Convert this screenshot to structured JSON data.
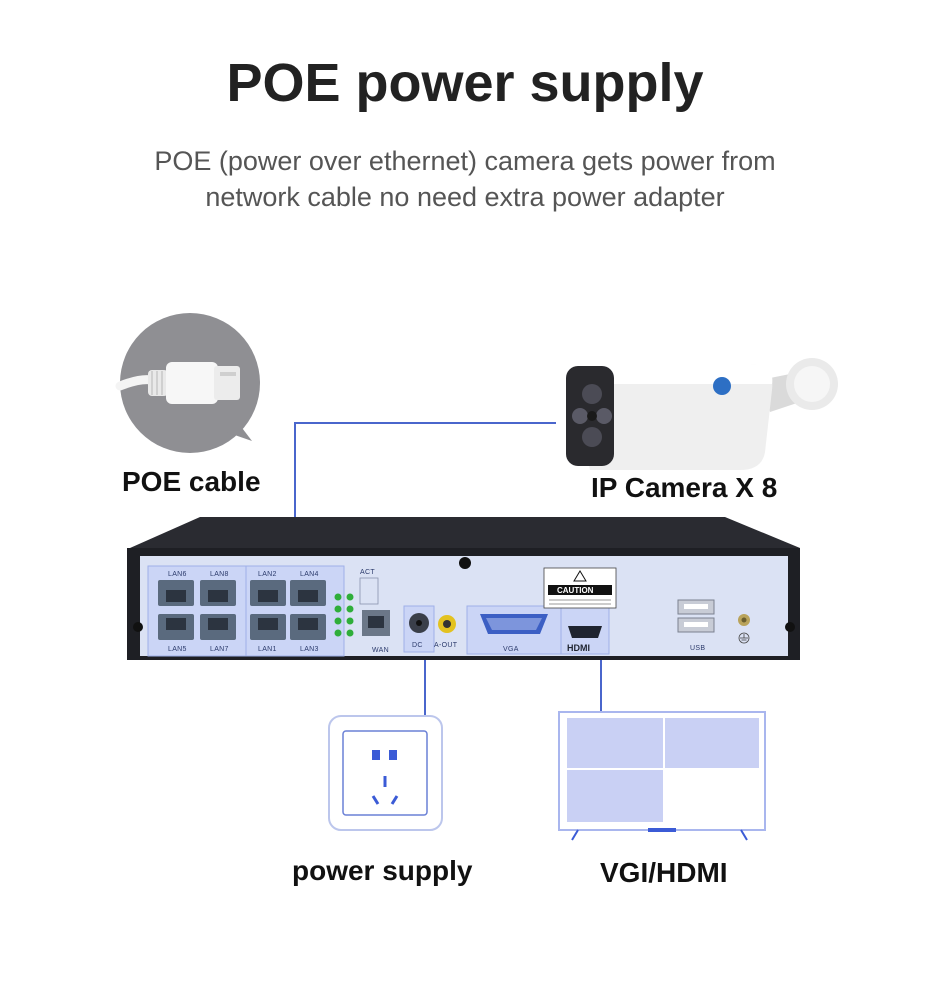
{
  "title": "POE power supply",
  "subtitle_line1": "POE (power over ethernet) camera gets power from",
  "subtitle_line2": "network cable no need extra power adapter",
  "labels": {
    "poe_cable": "POE cable",
    "ip_camera": "IP Camera X 8",
    "power_supply": "power supply",
    "vga_hdmi": "VGI/HDMI"
  },
  "nvr_ports": {
    "lan_top": [
      "LAN6",
      "LAN8",
      "LAN2",
      "LAN4"
    ],
    "lan_bottom": [
      "LAN5",
      "LAN7",
      "LAN1",
      "LAN3"
    ],
    "act": "ACT",
    "wan": "WAN",
    "dc": "DC",
    "aout": "A-OUT",
    "vga": "VGA",
    "hdmi": "HDMI",
    "usb": "USB",
    "caution": "CAUTION"
  },
  "colors": {
    "accent_line": "#4a66cc",
    "panel_blue": "#cfd8f5",
    "nvr_body": "#1e1f24",
    "tv_block": "#c9d0f4"
  }
}
